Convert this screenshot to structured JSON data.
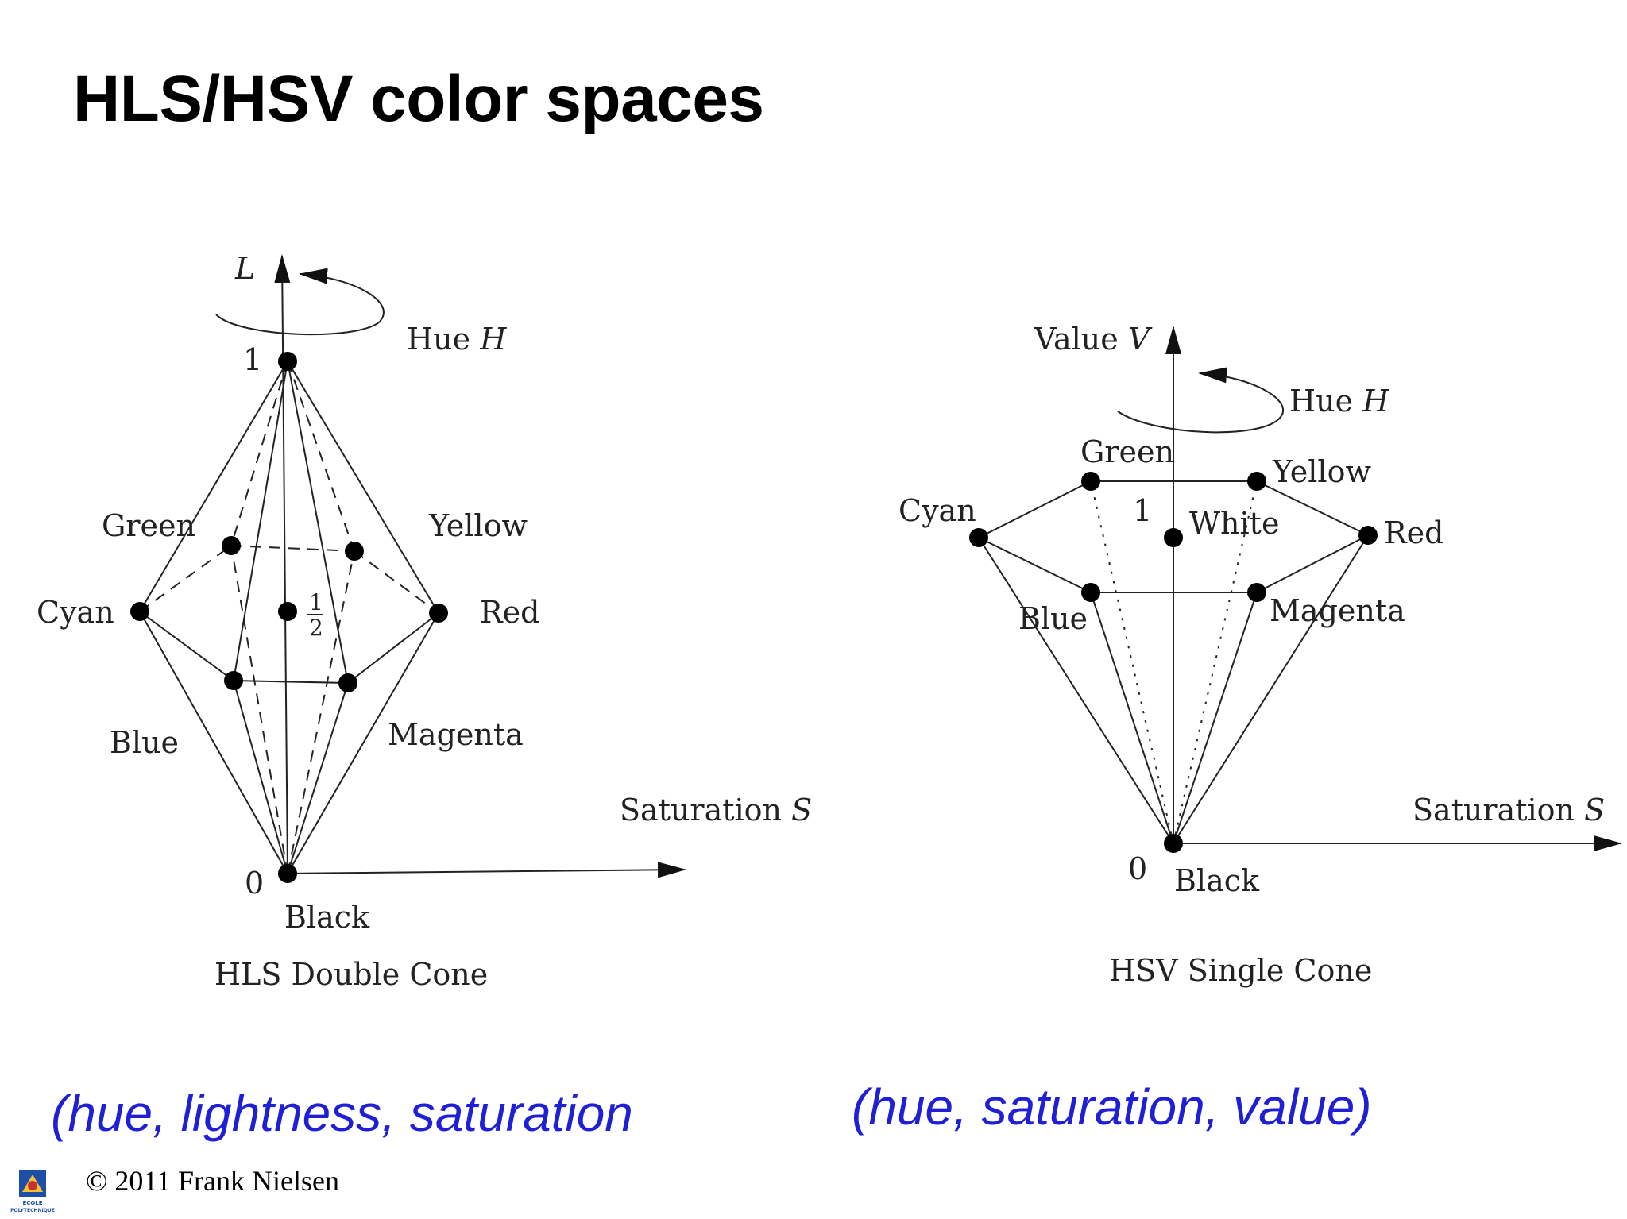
{
  "title": "HLS/HSV color spaces",
  "hls": {
    "axis_label": "L",
    "hue_label": "Hue",
    "hue_symbol": "H",
    "one": "1",
    "half_num": "1",
    "half_den": "2",
    "zero": "0",
    "green": "Green",
    "yellow": "Yellow",
    "cyan": "Cyan",
    "red": "Red",
    "blue": "Blue",
    "magenta": "Magenta",
    "saturation_label": "Saturation",
    "saturation_symbol": "S",
    "black": "Black",
    "name": "HLS Double Cone"
  },
  "hsv": {
    "axis_label": "Value",
    "axis_symbol": "V",
    "hue_label": "Hue",
    "hue_symbol": "H",
    "green": "Green",
    "yellow": "Yellow",
    "cyan": "Cyan",
    "one": "1",
    "white": "White",
    "red": "Red",
    "blue": "Blue",
    "magenta": "Magenta",
    "saturation_label": "Saturation",
    "saturation_symbol": "S",
    "zero": "0",
    "black": "Black",
    "name": "HSV Single Cone"
  },
  "captions": {
    "left": "(hue, lightness, saturation",
    "right": "(hue, saturation, value)"
  },
  "copyright": "© 2011 Frank Nielsen",
  "colors": {
    "caption": "#1f1fd6",
    "text": "#000000",
    "line": "#222222"
  },
  "logo_text": "ÉCOLE POLYTECHNIQUE"
}
